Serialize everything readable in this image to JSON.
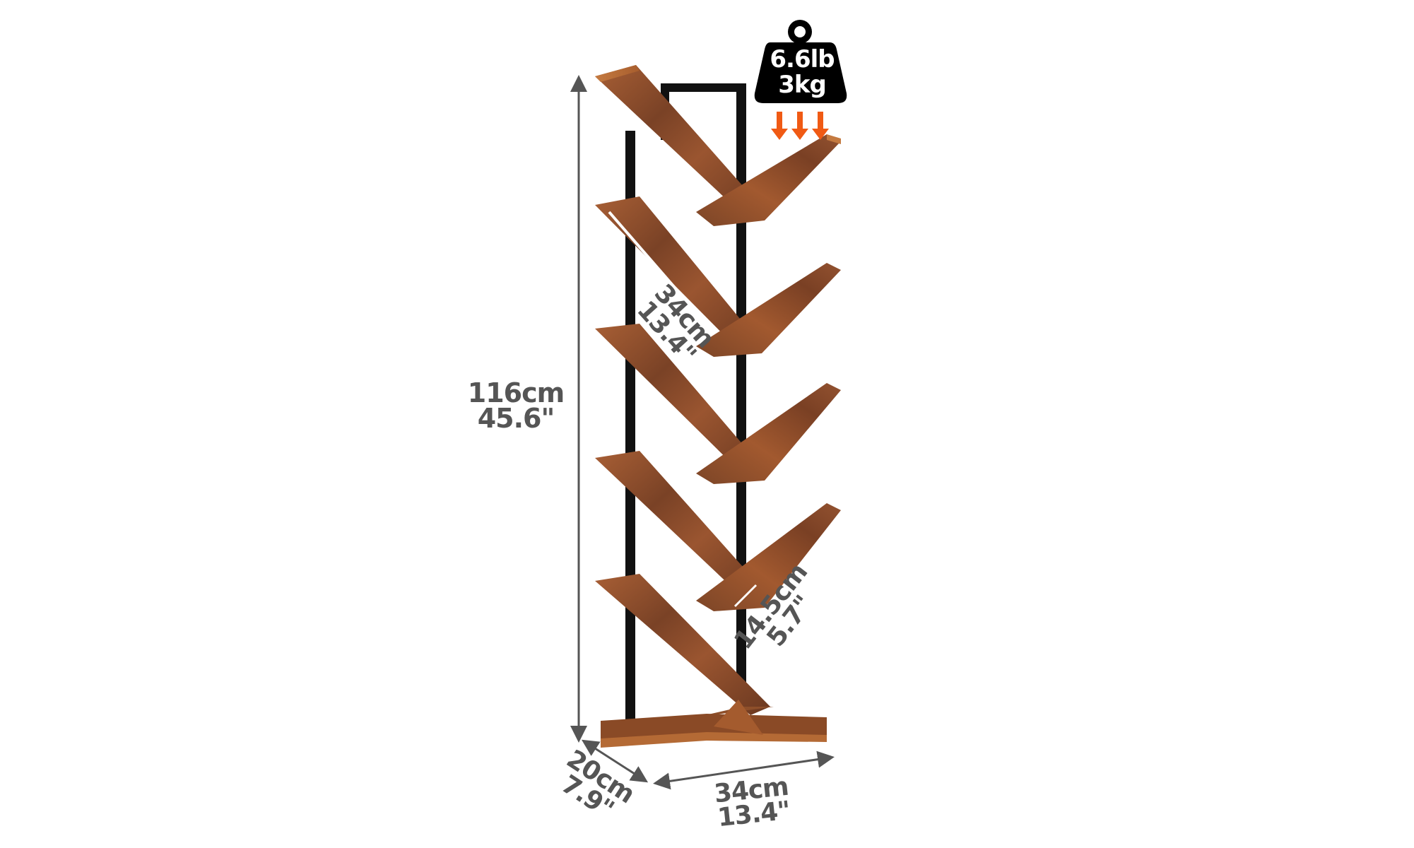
{
  "product": {
    "type": "tree bookshelf",
    "material_colors": {
      "wood_light": "#b5693a",
      "wood_mid": "#8e4f2a",
      "wood_dark": "#5e3420",
      "frame": "#111111"
    }
  },
  "weight_badge": {
    "icon": "weight-icon",
    "line1": "6.6lb",
    "line2": "3kg",
    "badge_color": "#000000",
    "arrow_color": "#f05a14",
    "arrow_count": 3
  },
  "dimensions": {
    "height": {
      "metric": "116cm",
      "imperial": "45.6\""
    },
    "shelf_length": {
      "metric": "34cm",
      "imperial": "13.4\""
    },
    "shelf_gap": {
      "metric": "14.5cm",
      "imperial": "5.7\""
    },
    "depth": {
      "metric": "20cm",
      "imperial": "7.9\""
    },
    "width": {
      "metric": "34cm",
      "imperial": "13.4\""
    }
  },
  "label_color": "#555555"
}
